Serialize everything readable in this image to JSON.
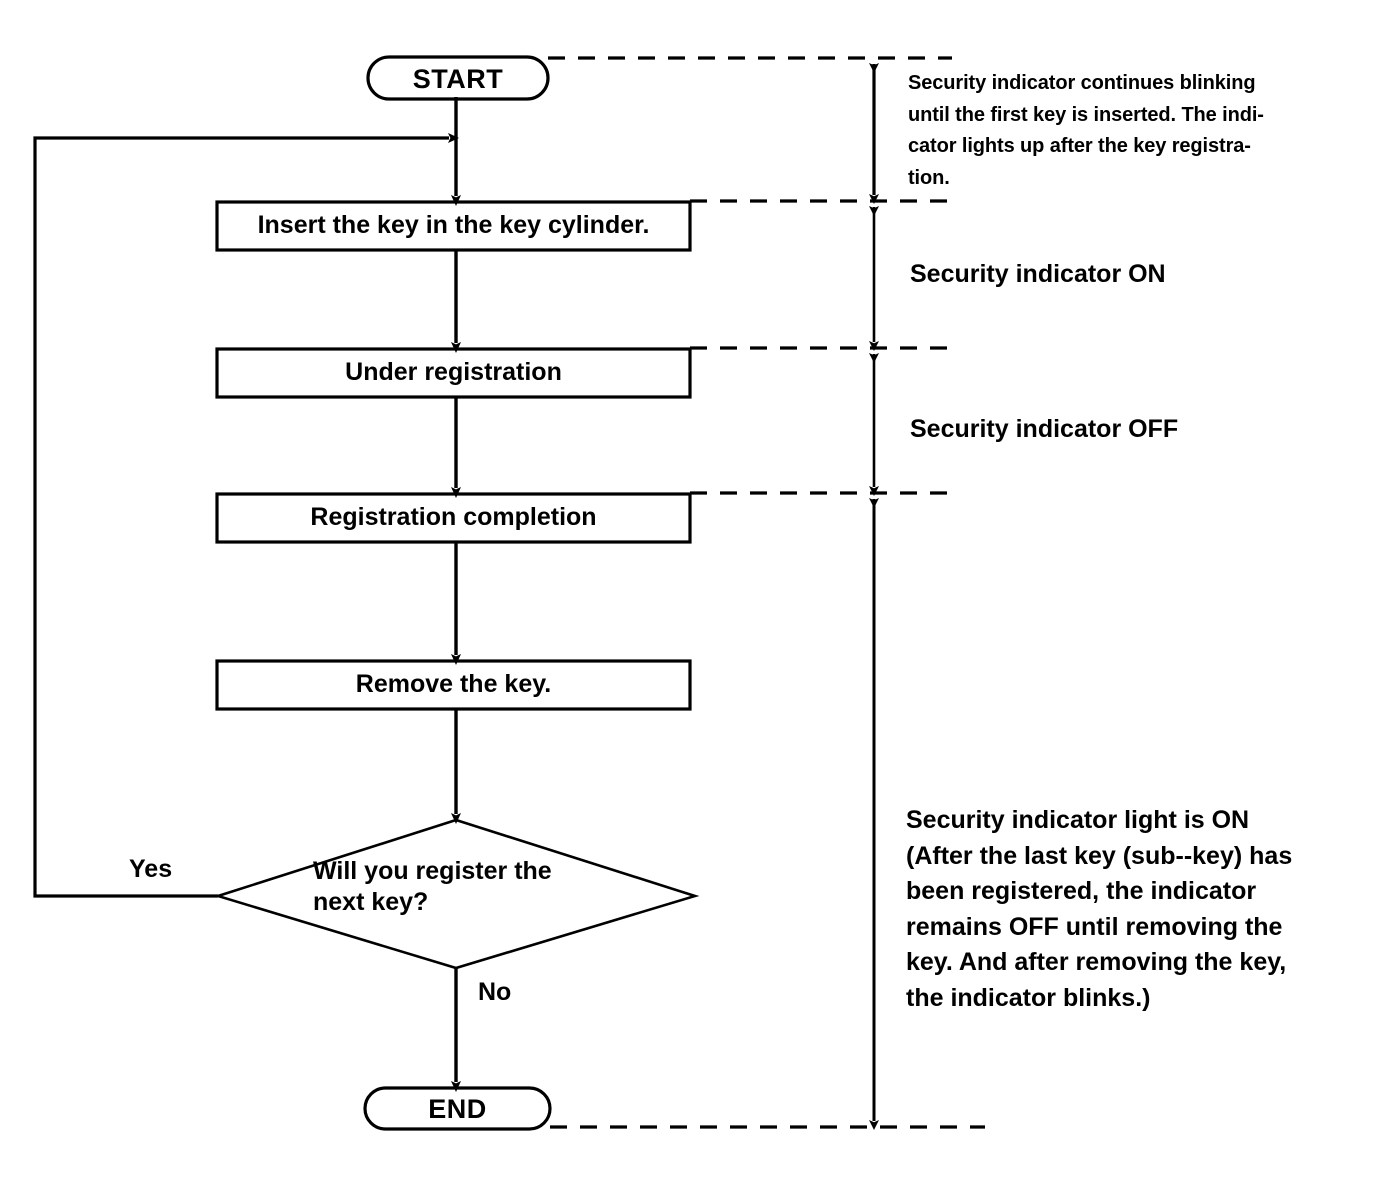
{
  "diagram": {
    "title": "Key registration procedure flowchart",
    "type": "flowchart",
    "background_color": "#ffffff",
    "line_color": "#000000"
  },
  "nodes": {
    "start": {
      "label": "START",
      "shape": "terminator"
    },
    "insert_key": {
      "label": "Insert the key in the key cylinder.",
      "shape": "process"
    },
    "under_registration": {
      "label": "Under registration",
      "shape": "process"
    },
    "registration_completion": {
      "label": "Registration completion",
      "shape": "process"
    },
    "remove_key": {
      "label": "Remove the key.",
      "shape": "process"
    },
    "decision": {
      "label_line1": "Will  you  register  the",
      "label_line2": "next key?",
      "shape": "decision"
    },
    "end": {
      "label": "END",
      "shape": "terminator"
    }
  },
  "branches": {
    "yes": "Yes",
    "no": "No"
  },
  "annotations": {
    "blinking_note": {
      "line1": "Security indicator continues blinking",
      "line2": "until the first key is inserted. The indi-",
      "line3": "cator lights up after the key registra-",
      "line4": "tion."
    },
    "indicator_on": "Security indicator ON",
    "indicator_off": "Security indicator OFF",
    "indicator_light_note": {
      "line1": "Security indicator light is ON",
      "line2": "(After the last key (sub--key) has",
      "line3": "been  registered,  the  indicator",
      "line4": "remains OFF until removing the",
      "line5": "key. And after removing the key,",
      "line6": "the indicator blinks.)"
    }
  }
}
